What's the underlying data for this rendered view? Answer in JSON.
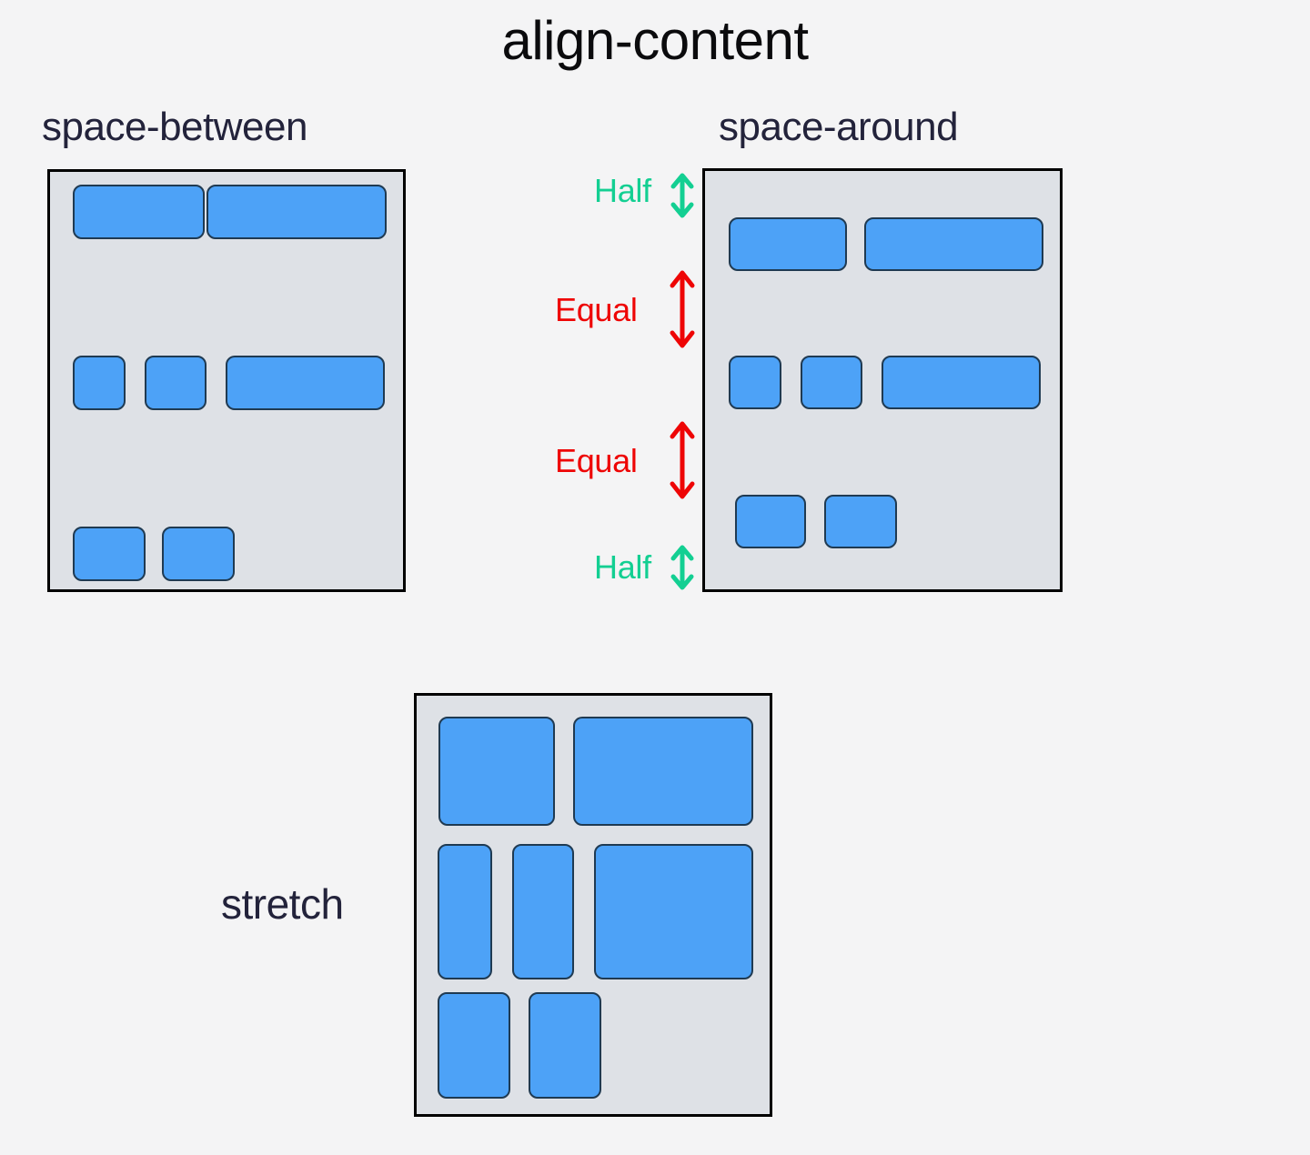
{
  "page": {
    "title": "align-content",
    "background_color": "#f4f4f5",
    "title_color": "#0b0b0d"
  },
  "colors": {
    "item_fill": "#4da2f7",
    "item_border": "#1f3a52",
    "container_fill": "#dee1e6",
    "container_border": "#000000",
    "label_text": "#23233b",
    "half_green": "#13cf92",
    "equal_red": "#ee0505"
  },
  "sections": [
    {
      "id": "space-between",
      "label": "space-between",
      "rows": [
        {
          "items": [
            {
              "w": 145,
              "h": 60
            },
            {
              "w": 198,
              "h": 60
            }
          ]
        },
        {
          "items": [
            {
              "w": 58,
              "h": 60
            },
            {
              "w": 68,
              "h": 60
            },
            {
              "w": 175,
              "h": 60
            }
          ]
        },
        {
          "items": [
            {
              "w": 80,
              "h": 60
            },
            {
              "w": 80,
              "h": 60
            }
          ]
        }
      ]
    },
    {
      "id": "space-around",
      "label": "space-around",
      "rows": [
        {
          "items": [
            {
              "w": 130,
              "h": 59
            },
            {
              "w": 197,
              "h": 59
            }
          ]
        },
        {
          "items": [
            {
              "w": 58,
              "h": 59
            },
            {
              "w": 68,
              "h": 59
            },
            {
              "w": 175,
              "h": 59
            }
          ]
        },
        {
          "items": [
            {
              "w": 78,
              "h": 59
            },
            {
              "w": 80,
              "h": 59
            }
          ]
        }
      ]
    },
    {
      "id": "stretch",
      "label": "stretch",
      "rows": [
        {
          "items": [
            {
              "w": 128,
              "h": 120
            },
            {
              "w": 198,
              "h": 120
            }
          ]
        },
        {
          "items": [
            {
              "w": 60,
              "h": 149
            },
            {
              "w": 68,
              "h": 149
            },
            {
              "w": 175,
              "h": 149
            }
          ]
        },
        {
          "items": [
            {
              "w": 80,
              "h": 117
            },
            {
              "w": 80,
              "h": 117
            }
          ]
        }
      ]
    }
  ],
  "annotations": [
    {
      "id": "half-top",
      "text": "Half",
      "kind": "half",
      "arrow": "double-arrow-vertical"
    },
    {
      "id": "equal-upper",
      "text": "Equal",
      "kind": "equal",
      "arrow": "double-arrow-vertical"
    },
    {
      "id": "equal-lower",
      "text": "Equal",
      "kind": "equal",
      "arrow": "double-arrow-vertical"
    },
    {
      "id": "half-bottom",
      "text": "Half",
      "kind": "half",
      "arrow": "double-arrow-vertical"
    }
  ]
}
